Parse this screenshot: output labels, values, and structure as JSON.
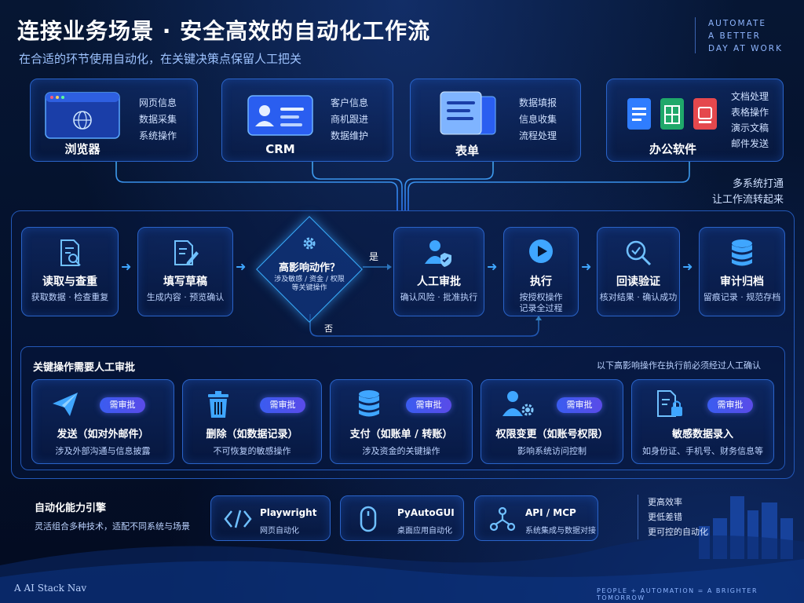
{
  "header": {
    "title": "连接业务场景 · 安全高效的自动化工作流",
    "subtitle": "在合适的环节使用自动化，在关键决策点保留人工把关",
    "tagline": [
      "AUTOMATE",
      "A BETTER",
      "DAY AT WORK"
    ]
  },
  "systems": [
    {
      "name": "浏览器",
      "items": [
        "网页信息",
        "数据采集",
        "系统操作"
      ]
    },
    {
      "name": "CRM",
      "items": [
        "客户信息",
        "商机跟进",
        "数据维护"
      ]
    },
    {
      "name": "表单",
      "items": [
        "数据填报",
        "信息收集",
        "流程处理"
      ]
    },
    {
      "name": "办公软件",
      "items": [
        "文档处理",
        "表格操作",
        "演示文稿",
        "邮件发送"
      ]
    }
  ],
  "integration_note": [
    "多系统打通",
    "让工作流转起来"
  ],
  "flow": {
    "steps": [
      {
        "name": "读取与查重",
        "desc": "获取数据 · 检查重复"
      },
      {
        "name": "填写草稿",
        "desc": "生成内容 · 预览确认"
      },
      {
        "name": "人工审批",
        "desc": "确认风险 · 批准执行"
      },
      {
        "name": "执行",
        "desc": "按授权操作\n记录全过程"
      },
      {
        "name": "回读验证",
        "desc": "核对结果 · 确认成功"
      },
      {
        "name": "审计归档",
        "desc": "留痕记录 · 规范存档"
      }
    ],
    "decision": {
      "name": "高影响动作？",
      "desc": "涉及敏感 / 资金 / 权限\n等关键操作"
    },
    "yes_label": "是",
    "no_label": "否"
  },
  "approval": {
    "title": "关键操作需要人工审批",
    "note": "以下高影响操作在执行前必须经过人工确认",
    "badge": "需审批",
    "items": [
      {
        "name": "发送（如对外邮件）",
        "desc": "涉及外部沟通与信息披露"
      },
      {
        "name": "删除（如数据记录）",
        "desc": "不可恢复的敏感操作"
      },
      {
        "name": "支付（如账单 / 转账）",
        "desc": "涉及资金的关键操作"
      },
      {
        "name": "权限变更（如账号权限）",
        "desc": "影响系统访问控制"
      },
      {
        "name": "敏感数据录入",
        "desc": "如身份证、手机号、财务信息等"
      }
    ]
  },
  "engine": {
    "title": "自动化能力引擎",
    "desc": "灵活组合多种技术，适配不同系统与场景",
    "items": [
      {
        "name": "Playwright",
        "desc": "网页自动化",
        "icon": "code-icon"
      },
      {
        "name": "PyAutoGUI",
        "desc": "桌面应用自动化",
        "icon": "mouse-icon"
      },
      {
        "name": "API / MCP",
        "desc": "系统集成与数据对接",
        "icon": "network-icon"
      }
    ]
  },
  "benefits": [
    "更高效率",
    "更低差错",
    "更可控的自动化"
  ],
  "footer": {
    "brand": "A AI Stack Nav",
    "slogan": "PEOPLE + AUTOMATION = A BRIGHTER TOMORROW"
  },
  "colors": {
    "accent": "#3fa6ff",
    "card_border": "#2a63c8",
    "badge": "#4a55ee"
  }
}
